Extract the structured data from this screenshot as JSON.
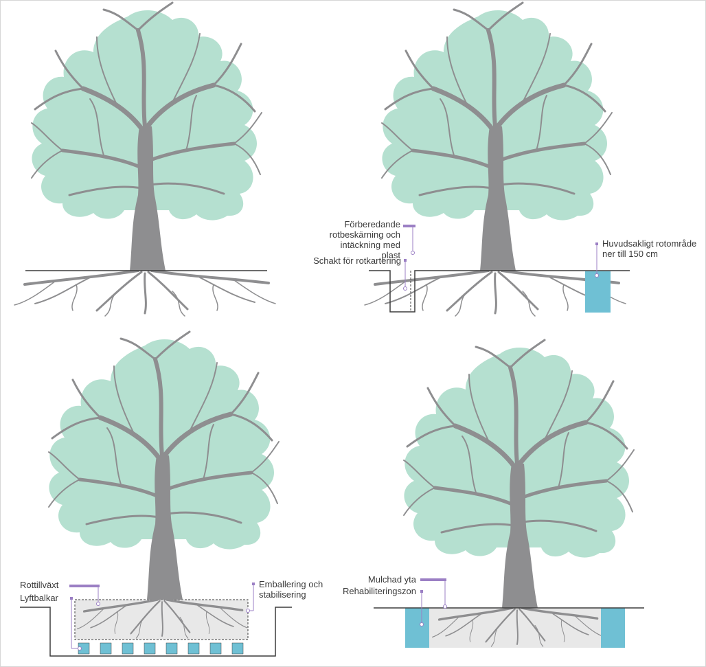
{
  "colors": {
    "canopy": "#b5e0d0",
    "branch": "#8e8e90",
    "ground": "#3c3c3c",
    "accent": "#9b7fc4",
    "water": "#6fc0d4",
    "soil": "#e8e8e8"
  },
  "panels": [
    {
      "id": "panel-1",
      "labels": []
    },
    {
      "id": "panel-2",
      "labels": [
        {
          "text": "Förberedande rotbeskärning och intäckning med plast"
        },
        {
          "text": "Schakt för rotkartering"
        },
        {
          "text": "Huvudsakligt rotområde ner till 150 cm"
        }
      ]
    },
    {
      "id": "panel-3",
      "labels": [
        {
          "text": "Rottillväxt"
        },
        {
          "text": "Lyftbalkar"
        },
        {
          "text": "Emballering och stabilisering"
        }
      ]
    },
    {
      "id": "panel-4",
      "labels": [
        {
          "text": "Mulchad yta"
        },
        {
          "text": "Rehabiliteringszon"
        }
      ]
    }
  ]
}
